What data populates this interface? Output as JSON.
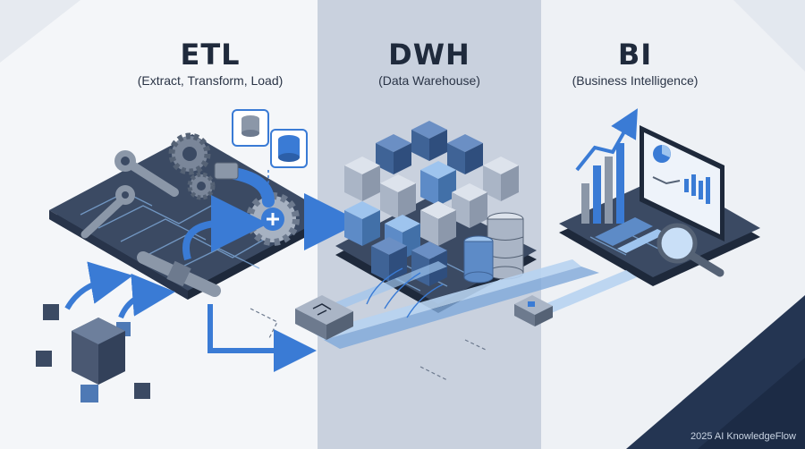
{
  "sections": [
    {
      "title": "ETL",
      "subtitle": "(Extract, Transform, Load)"
    },
    {
      "title": "DWH",
      "subtitle": "(Data Warehouse)"
    },
    {
      "title": "BI",
      "subtitle": "(Business Intelligence)"
    }
  ],
  "footer": "2025 AI KnowledgeFlow",
  "colors": {
    "background": "#f4f6f9",
    "center_panel": "#c9d1de",
    "dark_navy": "#2f3c52",
    "accent_blue": "#3a7bd5",
    "light_blue": "#9ec4ee"
  }
}
